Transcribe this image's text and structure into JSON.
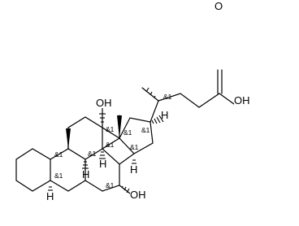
{
  "molecule": {
    "atoms": [
      {
        "key": "carbonyl_o",
        "text": "O"
      },
      {
        "key": "acid_oh",
        "text": "OH"
      },
      {
        "key": "oh_c12",
        "text": "OH"
      },
      {
        "key": "oh_c7",
        "text": "OH"
      },
      {
        "key": "h_c17",
        "text": "H"
      },
      {
        "key": "h_c9",
        "text": "H"
      },
      {
        "key": "h_c8",
        "text": "H"
      },
      {
        "key": "h_c14",
        "text": "H"
      },
      {
        "key": "h_c5",
        "text": "H"
      }
    ],
    "stereo_label": "&1",
    "stereo_centers": [
      "c20",
      "c17",
      "c12",
      "c13",
      "c9",
      "c8",
      "c14",
      "c10",
      "c5",
      "c7"
    ]
  }
}
